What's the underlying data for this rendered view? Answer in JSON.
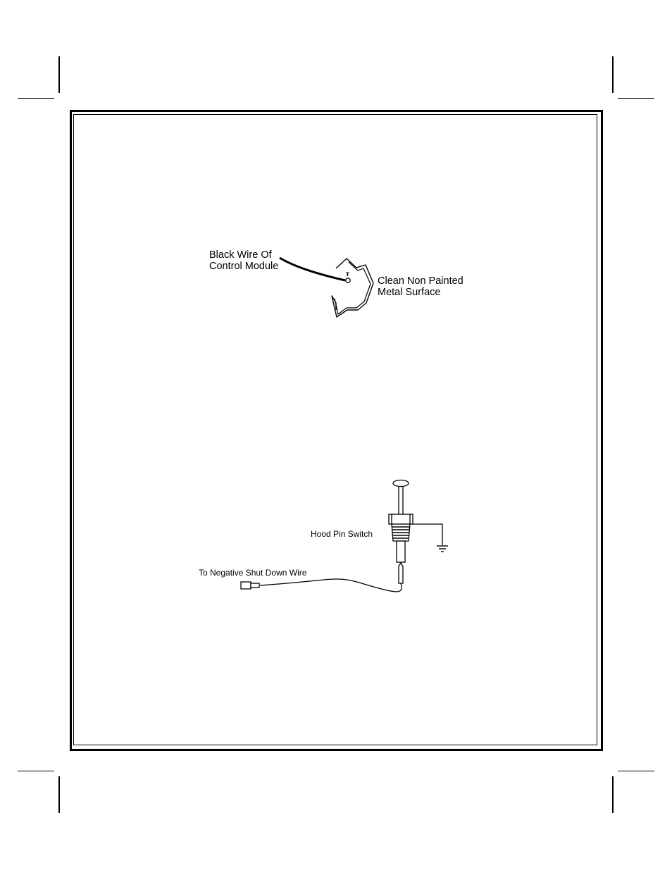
{
  "ground_diagram": {
    "wire_label_line1": "Black Wire Of",
    "wire_label_line2": "Control Module",
    "surface_label_line1": "Clean Non Painted",
    "surface_label_line2": "Metal Surface"
  },
  "hood_pin_diagram": {
    "switch_label": "Hood Pin Switch",
    "wire_label": "To Negative Shut Down Wire"
  }
}
